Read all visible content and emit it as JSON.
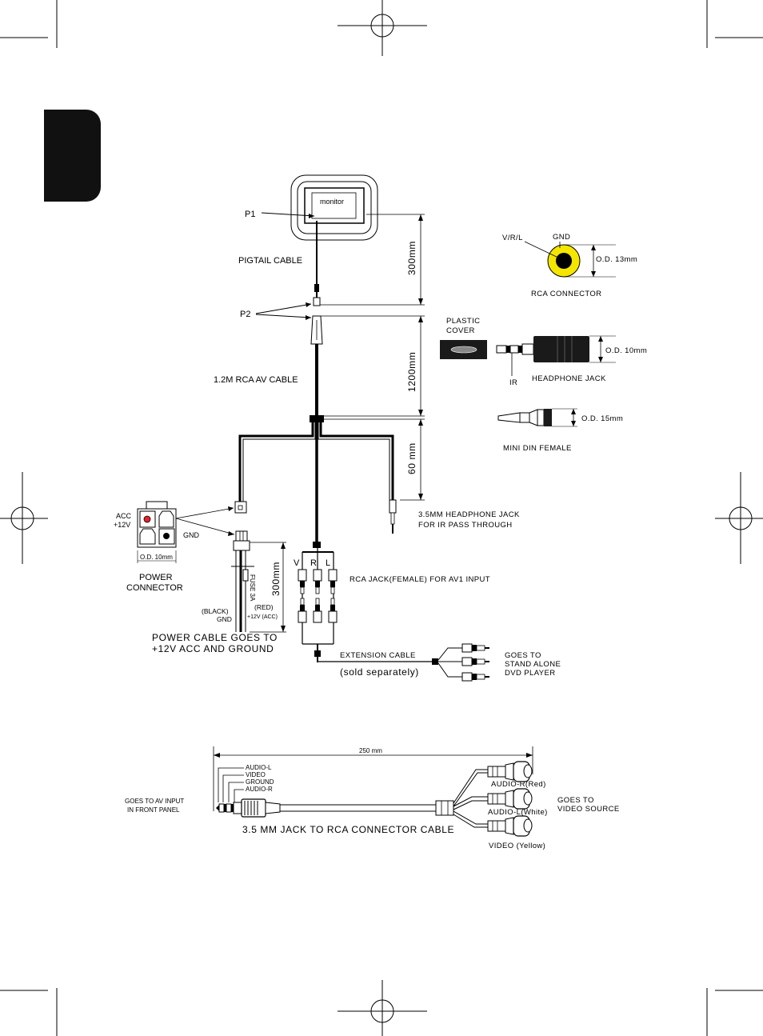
{
  "monitor": {
    "label": "monitor",
    "p1": "P1",
    "p2": "P2",
    "pigtail": "PIGTAIL CABLE",
    "rca_av_cable": "1.2M RCA AV CABLE"
  },
  "dimensions": {
    "d300": "300mm",
    "d1200": "1200mm",
    "d60": "60 mm",
    "d300b": "300mm",
    "d250": "250 mm"
  },
  "rca_connector": {
    "vrl": "V/R/L",
    "gnd": "GND",
    "od": "O.D. 13mm",
    "title": "RCA CONNECTOR"
  },
  "headphone_jack": {
    "plastic": "PLASTIC",
    "cover": "COVER",
    "od": "O.D. 10mm",
    "ir": "IR",
    "title": "HEADPHONE JACK"
  },
  "mini_din": {
    "od": "O.D. 15mm",
    "title": "MINI DIN FEMALE"
  },
  "headphone_ir": {
    "line1": "3.5MM HEADPHONE JACK",
    "line2": "FOR IR PASS THROUGH"
  },
  "power_connector": {
    "acc": "ACC",
    "plus12": "+12V",
    "gnd": "GND",
    "od": "O.D. 10mm",
    "title1": "POWER",
    "title2": "CONNECTOR"
  },
  "power_cable": {
    "fuse": "FUSE 3A",
    "black": "(BLACK)",
    "gnd": "GND",
    "red": "(RED)",
    "acc": "+12V (ACC)",
    "line1": "POWER CABLE GOES TO",
    "line2": "+12V ACC AND GROUND"
  },
  "rca_jack": {
    "v": "V",
    "r": "R",
    "l": "L",
    "title": "RCA JACK(FEMALE) FOR AV1 INPUT"
  },
  "extension": {
    "title": "EXTENSION CABLE",
    "sold": "(sold separately)",
    "goes1": "GOES TO",
    "goes2": "STAND ALONE",
    "goes3": "DVD PLAYER"
  },
  "jack_cable": {
    "audio_l": "AUDIO-L",
    "video": "VIDEO",
    "ground": "GROUND",
    "audio_r": "AUDIO-R",
    "goes_av1": "GOES TO AV INPUT",
    "goes_av2": "IN FRONT PANEL",
    "out_r": "AUDIO-R(Red)",
    "out_l": "AUDIO-L(White)",
    "out_v": "VIDEO (Yellow)",
    "goes_src1": "GOES TO",
    "goes_src2": "VIDEO SOURCE",
    "title": "3.5 MM JACK TO RCA CONNECTOR CABLE"
  },
  "colors": {
    "yellow": "#f5e600",
    "red": "#e8202a",
    "black": "#000000",
    "tab": "#111111"
  }
}
